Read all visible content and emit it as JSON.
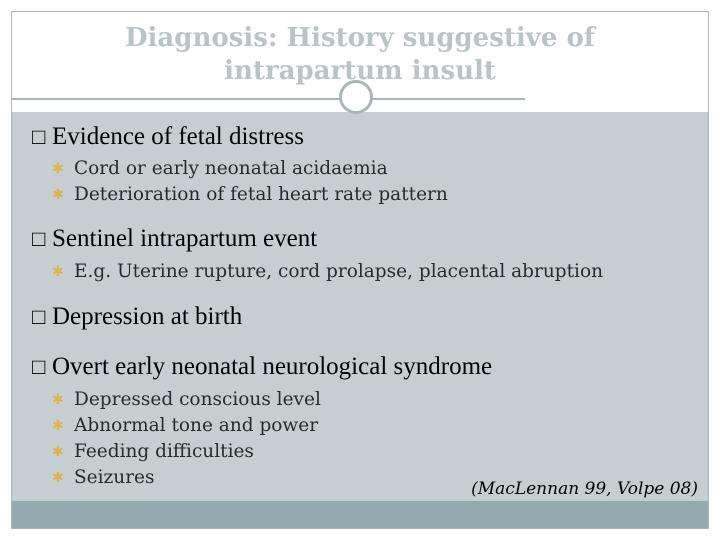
{
  "title": {
    "line1": "Diagnosis: History suggestive of",
    "line2": "intrapartum insult"
  },
  "bullet_marker": "□",
  "sub_marker": "✱",
  "sections": [
    {
      "heading": "Evidence of fetal distress",
      "items": [
        "Cord or early neonatal acidaemia",
        "Deterioration of fetal heart rate pattern"
      ]
    },
    {
      "heading": "Sentinel intrapartum event",
      "items": [
        "E.g. Uterine rupture, cord prolapse, placental abruption"
      ]
    },
    {
      "heading": "Depression at birth",
      "items": []
    },
    {
      "heading": "Overt early neonatal neurological syndrome",
      "items": [
        "Depressed conscious level",
        "Abnormal tone and power",
        "Feeding difficulties",
        "Seizures"
      ]
    }
  ],
  "citation": "(MacLennan 99, Volpe 08)",
  "colors": {
    "title_text": "#b9c4c8",
    "body_bg": "#c5ced1",
    "footer_bg": "#93aab0",
    "sub_bullet": "#e0b24c"
  }
}
